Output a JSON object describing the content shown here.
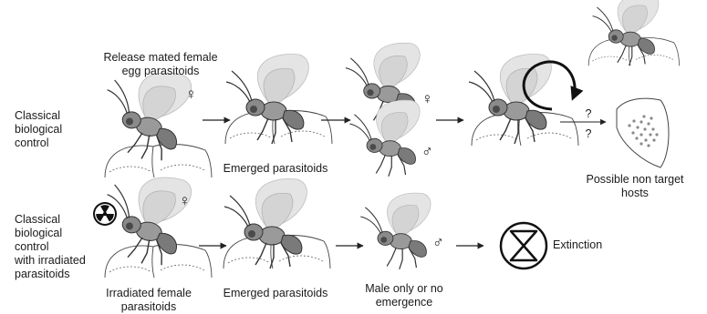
{
  "row1": {
    "title": "Classical\nbiological\ncontrol",
    "release_label": "Release mated female\negg parasitoids",
    "emerged_label": "Emerged parasitoids",
    "question_top": "?",
    "question_bottom": "?",
    "nontarget_label": "Possible non target\nhosts"
  },
  "row2": {
    "title": "Classical\nbiological\ncontrol\nwith irradiated\nparasitoids",
    "irradiated_label": "Irradiated female\nparasitoids",
    "emerged_label": "Emerged parasitoids",
    "male_only_label": "Male only or no\nemergence",
    "extinction_label": "Extinction"
  },
  "symbols": {
    "female": "♀",
    "male": "♂"
  },
  "icons": [
    "radiation-icon",
    "extinction-icon",
    "cycle-arrow-icon",
    "wasp-icon",
    "host-egg-icon",
    "nontarget-egg-mass-icon"
  ],
  "colors": {
    "wasp_body": "#9a9a9a",
    "wasp_dark": "#6f6f6f",
    "wing": "#d8d8d8",
    "line": "#222222"
  }
}
